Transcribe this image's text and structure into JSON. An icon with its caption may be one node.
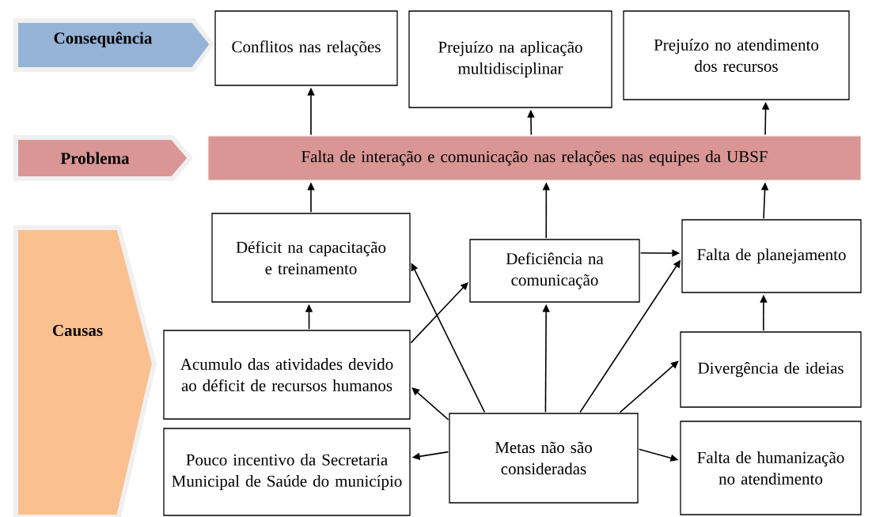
{
  "diagram": {
    "nodes": [
      {
        "text": [
          "Consequência"
        ]
      },
      {
        "text": [
          "Conflitos nas relações"
        ]
      },
      {
        "text": [
          "Prejuízo na aplicação multidisciplinar"
        ]
      },
      {
        "text": [
          "Prejuízo no atendimento dos recursos"
        ]
      },
      {
        "text": [
          "Problema"
        ]
      },
      {
        "text": [
          "Falta de interação e comunicação nas relações nas equipes da UBSF"
        ]
      },
      {
        "text": [
          "Causas"
        ]
      },
      {
        "text": [
          "Déficit na capacitação e treinamento"
        ]
      },
      {
        "text": [
          "Deficiência na comunicação"
        ]
      },
      {
        "text": [
          "Falta de planejamento"
        ]
      },
      {
        "text": [
          "Acumulo das atividades devido ao déficit de recursos humanos"
        ]
      },
      {
        "text": [
          "Divergência de ideias"
        ]
      },
      {
        "text": [
          "Metas não são consideradas"
        ]
      },
      {
        "text": [
          "Pouco incentivo da Secretaria Municipal de Saúde do município"
        ]
      },
      {
        "text": [
          "Falta de humanização no atendimento"
        ]
      }
    ],
    "edges": [
      {
        "from": 5,
        "to": 1,
        "arrow": "to"
      },
      {
        "from": 5,
        "to": 2,
        "arrow": "to"
      },
      {
        "from": 5,
        "to": 3,
        "arrow": "to"
      },
      {
        "from": 7,
        "to": 5,
        "arrow": "to"
      },
      {
        "from": 8,
        "to": 5,
        "arrow": "to"
      },
      {
        "from": 9,
        "to": 5,
        "arrow": "to"
      },
      {
        "from": 10,
        "to": 7,
        "arrow": "to"
      },
      {
        "from": 10,
        "to": 8,
        "arrow": "to"
      },
      {
        "from": 8,
        "to": 9,
        "arrow": "to"
      },
      {
        "from": 11,
        "to": 9,
        "arrow": "to"
      },
      {
        "from": 12,
        "to": 7,
        "arrow": "to"
      },
      {
        "from": 12,
        "to": 8,
        "arrow": "to"
      },
      {
        "from": 12,
        "to": 9,
        "arrow": "to"
      },
      {
        "from": 12,
        "to": 11,
        "arrow": "to"
      },
      {
        "from": 12,
        "to": 10,
        "arrow": "to"
      },
      {
        "from": 12,
        "to": 13,
        "arrow": "to"
      },
      {
        "from": 12,
        "to": 14,
        "arrow": "to"
      }
    ]
  }
}
